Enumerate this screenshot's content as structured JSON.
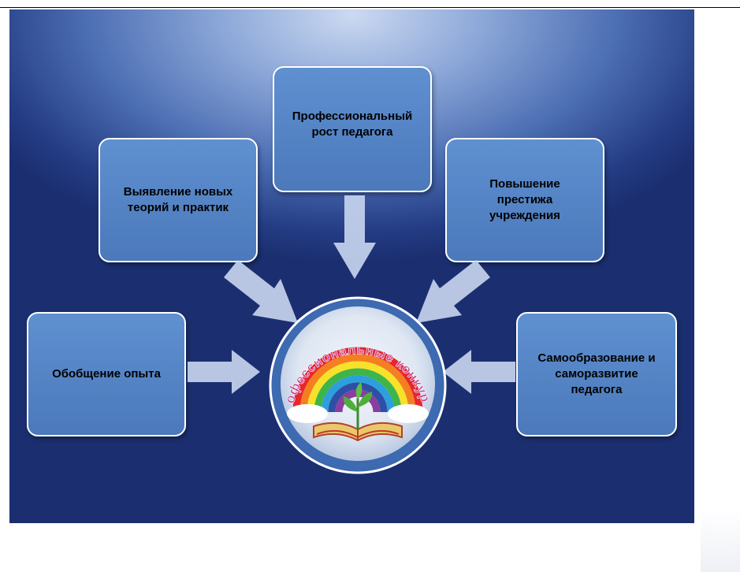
{
  "boxes": {
    "center_top": "Профессиональный\nрост педагога",
    "left_top": "Выявление новых\nтеорий и  практик",
    "right_top": "Повышение\nпрестижа\nучреждения",
    "left": "Обобщение опыта",
    "right": "Самообразование и\nсаморазвитие\nпедагога"
  },
  "logo": {
    "arc_text": "Профессиональные конкурсы",
    "icon": "rainbow-book-sprout-logo"
  },
  "colors": {
    "box_fill": "#4f80c0",
    "arrow_fill": "#c6d4ee",
    "background_dark": "#1b2f70",
    "background_light": "#ccd9f1"
  }
}
